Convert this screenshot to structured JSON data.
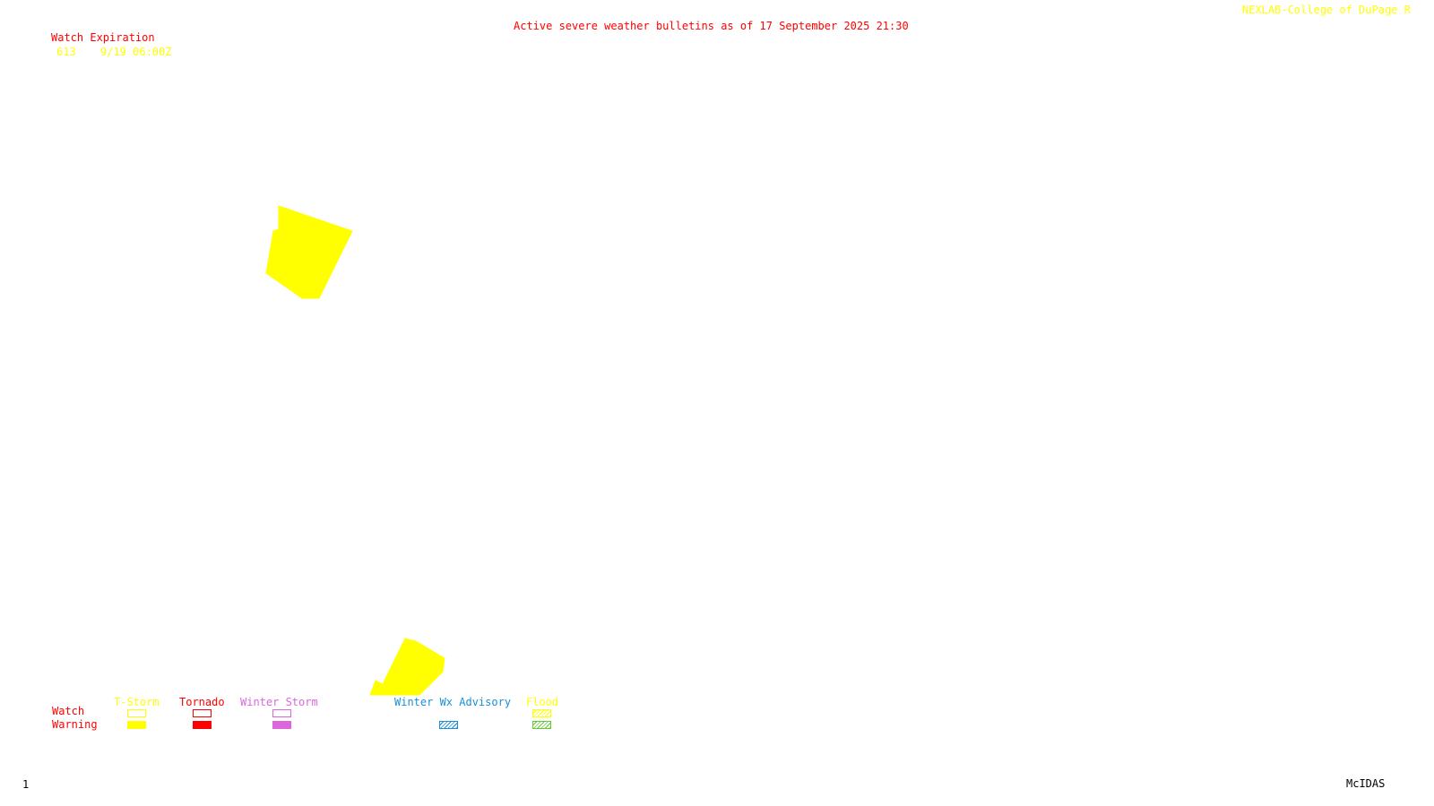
{
  "header": {
    "title": "Active severe weather bulletins as of 17 September 2025 21:30",
    "credit": "NEXLAB-College of DuPage R"
  },
  "watch_list": {
    "heading": "Watch Expiration",
    "entries": [
      {
        "number": "613",
        "expiration": "9/19 06:00Z"
      }
    ]
  },
  "map": {
    "polygons": [
      {
        "type": "T-Storm Watch",
        "color": "#ffff00"
      },
      {
        "type": "T-Storm Watch",
        "color": "#ffff00"
      }
    ]
  },
  "legend": {
    "row_labels": {
      "watch": "Watch",
      "warning": "Warning"
    },
    "columns": [
      {
        "label": "T-Storm",
        "color": "#ffff00",
        "watch_style": "outline",
        "warning_style": "solid"
      },
      {
        "label": "Tornado",
        "color": "#ff0000",
        "watch_style": "outline",
        "warning_style": "solid"
      },
      {
        "label": "Winter Storm",
        "color": "#dd66dd",
        "watch_style": "outline",
        "warning_style": "solid"
      },
      {
        "label": "Winter Wx Advisory",
        "color": "#1a8fd8",
        "watch_style": "none",
        "warning_style": "hatched"
      },
      {
        "label": "Flood",
        "color": "#ffff00",
        "watch_style": "hatched",
        "warning_style": "hatched-green"
      }
    ]
  },
  "footer": {
    "frame_number": "1",
    "software": "McIDAS"
  }
}
